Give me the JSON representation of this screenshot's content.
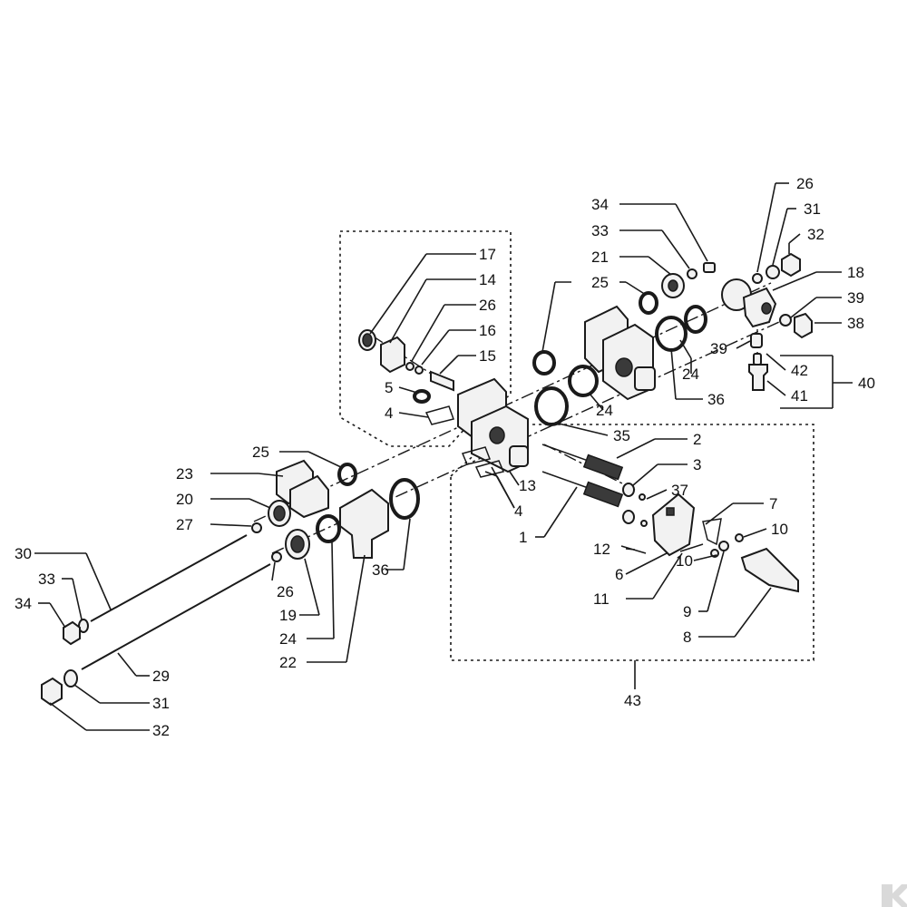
{
  "diagram": {
    "part_numbers": {
      "p17": "17",
      "p14": "14",
      "p26a": "26",
      "p16": "16",
      "p15": "15",
      "p5": "5",
      "p4a": "4",
      "p34a": "34",
      "p33a": "33",
      "p21": "21",
      "p25a": "25",
      "p26b": "26",
      "p31a": "31",
      "p32a": "32",
      "p18": "18",
      "p39a": "39",
      "p38": "38",
      "p39b": "39",
      "p42": "42",
      "p41": "41",
      "p40": "40",
      "p24a": "24",
      "p36a": "36",
      "p24b": "24",
      "p35": "35",
      "p2": "2",
      "p3": "3",
      "p37": "37",
      "p13": "13",
      "p4b": "4",
      "p1": "1",
      "p7": "7",
      "p10a": "10",
      "p12": "12",
      "p6": "6",
      "p10b": "10",
      "p11": "11",
      "p9": "9",
      "p8": "8",
      "p43": "43",
      "p25b": "25",
      "p23": "23",
      "p20": "20",
      "p27": "27",
      "p30": "30",
      "p33b": "33",
      "p34b": "34",
      "p36b": "36",
      "p26c": "26",
      "p19": "19",
      "p24c": "24",
      "p22": "22",
      "p29": "29",
      "p31b": "31",
      "p32b": "32"
    },
    "logo_icon": "brand-k-logo"
  }
}
